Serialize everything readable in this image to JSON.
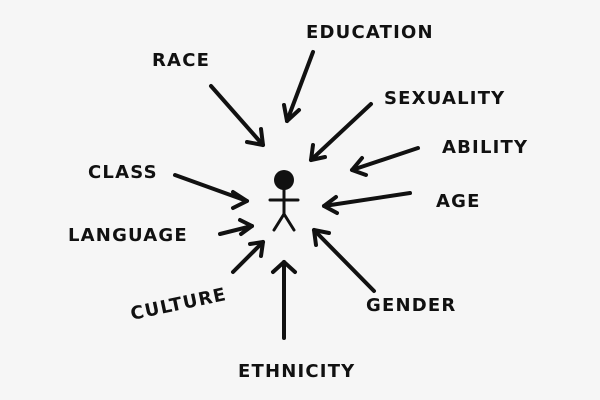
{
  "labels": {
    "education": "EDUCATION",
    "race": "RACE",
    "sexuality": "SEXUALITY",
    "ability": "ABILITY",
    "class": "CLASS",
    "age": "AGE",
    "language": "LANGUAGE",
    "culture": "CULTURE",
    "gender": "GENDER",
    "ethnicity": "ETHNICITY"
  },
  "colors": {
    "background": "#f6f6f6",
    "ink": "#111111"
  }
}
